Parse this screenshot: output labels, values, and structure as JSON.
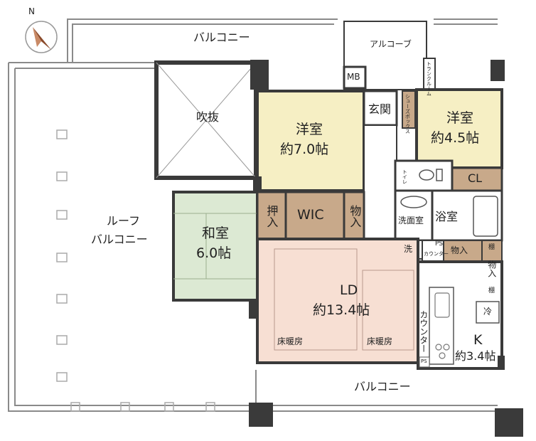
{
  "compass": {
    "north_letter": "N",
    "icon": "compass-arrow-icon"
  },
  "balconies": {
    "top": "バルコニー",
    "bottom": "バルコニー",
    "roof_line1": "ルーフ",
    "roof_line2": "バルコニー"
  },
  "rooms": {
    "void": "吹抜",
    "western1_name": "洋室",
    "western1_size": "約7.0帖",
    "western2_name": "洋室",
    "western2_size": "約4.5帖",
    "entrance": "玄関",
    "alcove": "アルコーブ",
    "mb": "MB",
    "shoe_box": "シューズボックス",
    "tall_cabinet": "トランクルーム",
    "toilet": "トイレ",
    "cl": "CL",
    "bath": "浴室",
    "washroom": "洗面室",
    "washer": "洗",
    "ps_top": "PS",
    "ps_bottom": "PS",
    "counter_small": "カウンター",
    "storage_center": "物入",
    "storage_right": "物入",
    "shelf_top": "棚",
    "shelf_bottom": "棚",
    "closet": "押入",
    "wic": "WIC",
    "storage_wic": "物入",
    "japanese_name": "和室",
    "japanese_size": "6.0帖",
    "ld_name": "LD",
    "ld_size": "約13.4帖",
    "floor_heating_1": "床暖房",
    "floor_heating_2": "床暖房",
    "counter": "カウンター",
    "fridge": "冷",
    "kitchen_name": "K",
    "kitchen_size": "約3.4帖"
  },
  "colors": {
    "wall": "#3a3a3a",
    "western": "#f6efc4",
    "japanese": "#dce9d3",
    "ld": "#f7dfd3",
    "storage": "#c8a98a",
    "utility": "#ffffff",
    "balcony_line": "#8a8a8a"
  }
}
